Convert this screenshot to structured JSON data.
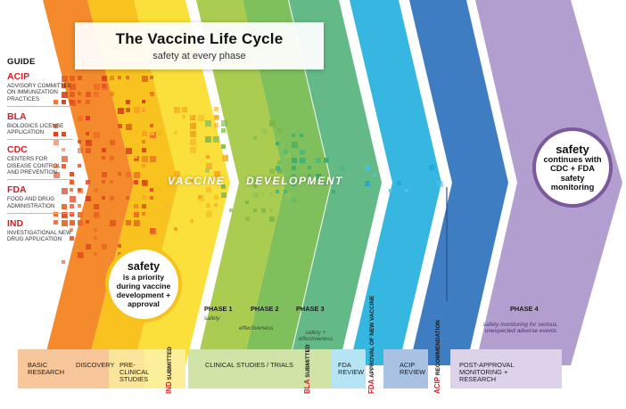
{
  "title": "The Vaccine Life Cycle",
  "subtitle": "safety at every phase",
  "guide": {
    "heading": "GUIDE",
    "items": [
      {
        "abbr": "ACIP",
        "full": "ADVISORY COMMITTEE ON IMMUNIZATION PRACTICES"
      },
      {
        "abbr": "BLA",
        "full": "BIOLOGICS LICENSE APPLICATION"
      },
      {
        "abbr": "CDC",
        "full": "CENTERS FOR DISEASE CONTROL AND PREVENTION"
      },
      {
        "abbr": "FDA",
        "full": "FOOD AND DRUG ADMINISTRATION"
      },
      {
        "abbr": "IND",
        "full": "INVESTIGATIONAL NEW DRUG APPLICATION"
      }
    ]
  },
  "banner": {
    "word1": "VACCINE",
    "word2": "DEVELOPMENT"
  },
  "bubble_left": {
    "big": "safety",
    "small": "is a priority during vaccine development + approval"
  },
  "bubble_right": {
    "big": "safety",
    "small": "continues with CDC + FDA safety monitoring"
  },
  "phases": {
    "p1": {
      "label": "PHASE 1",
      "desc": "safety"
    },
    "p2": {
      "label": "PHASE 2",
      "desc": "effectiveness"
    },
    "p3": {
      "label": "PHASE 3",
      "desc": "safety + effectiveness"
    },
    "p4": {
      "label": "PHASE 4",
      "desc": "safety monitoring for serious, unexpected adverse events"
    }
  },
  "bottom": {
    "basic": "BASIC RESEARCH",
    "discovery": "DISCOVERY",
    "preclinical": "PRE-CLINICAL STUDIES",
    "clinical": "CLINICAL STUDIES / TRIALS",
    "fda_review": "FDA REVIEW",
    "acip_review": "ACIP REVIEW",
    "post": "POST-APPROVAL MONITORING + RESEARCH"
  },
  "milestones": {
    "ind": {
      "abbr": "IND",
      "text": "SUBMITTED"
    },
    "bla": {
      "abbr": "BLA",
      "text": "SUBMITTED"
    },
    "fda": {
      "abbr": "FDA",
      "text": "APPROVAL OF NEW VACCINE"
    },
    "acip": {
      "abbr": "ACIP",
      "text": "RECOMMENDATION"
    }
  },
  "colors": {
    "orange": "#f48a2c",
    "orange_light": "#f7a23a",
    "yellow_dark": "#f9c31f",
    "yellow": "#fbdf3a",
    "lime": "#a9cc51",
    "green": "#7fc05c",
    "teal_green": "#64ba87",
    "sky": "#35b7e1",
    "blue": "#3e7dc1",
    "purple": "#b39fcf",
    "accent_red": "#d21f27"
  }
}
